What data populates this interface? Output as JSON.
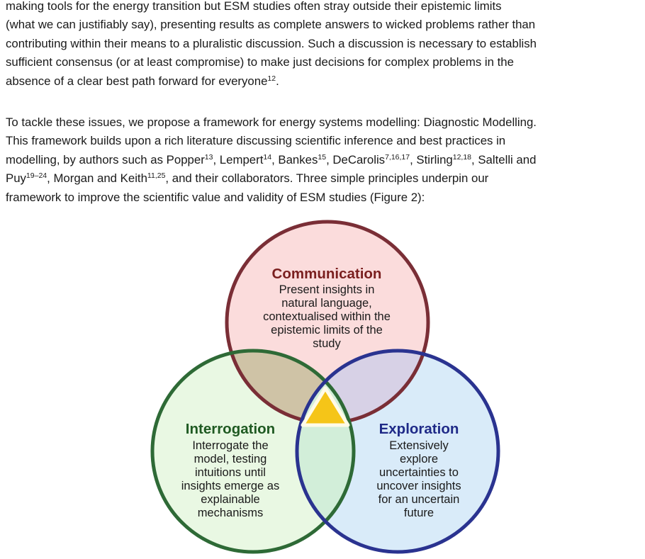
{
  "paragraph1": {
    "line1": "making tools for the energy transition but ESM studies often stray outside their epistemic limits",
    "line2": "(what we can justifiably say), presenting results as complete answers to wicked problems rather than",
    "line3": "contributing within their means to a pluralistic discussion. Such a discussion is necessary to establish",
    "line4": "sufficient consensus (or at least compromise) to make just decisions for complex problems in the",
    "line5_text": "absence of a clear best path forward for everyone",
    "line5_ref": "12",
    "line5_end": "."
  },
  "paragraph2": {
    "line1": "To tackle these issues, we propose a framework for energy systems modelling: Diagnostic Modelling.",
    "line2": "This framework builds upon a rich literature discussing scientific inference and best practices in",
    "line3": {
      "t1": "modelling, by authors such as Popper",
      "r1": "13",
      "t2": ", Lempert",
      "r2": "14",
      "t3": ", Bankes",
      "r3": "15",
      "t4": ", DeCarolis",
      "r4": "7,16,17",
      "t5": ", Stirling",
      "r5": "12,18",
      "t6": ", Saltelli and"
    },
    "line4": {
      "t1": "Puy",
      "r1": "19–24",
      "t2": ", Morgan and Keith",
      "r2": "11,25",
      "t3": ", and their collaborators. Three simple principles underpin our"
    },
    "line5": "framework to improve the scientific value and validity of ESM studies (Figure 2):"
  },
  "figure": {
    "communication": {
      "title": "Communication",
      "lines": [
        "Present insights in",
        "natural language,",
        "contextualised within the",
        "epistemic limits of the",
        "study"
      ],
      "fill": "#fbdcdc",
      "stroke": "#7a2e36",
      "title_color": "#7a1f1f"
    },
    "interrogation": {
      "title": "Interrogation",
      "lines": [
        "Interrogate the",
        "model, testing",
        "intuitions until",
        "insights emerge as",
        "explainable",
        "mechanisms"
      ],
      "fill": "#e9f8e3",
      "stroke": "#2e6a36",
      "title_color": "#1f5a22"
    },
    "exploration": {
      "title": "Exploration",
      "lines": [
        "Extensively",
        "explore",
        "uncertainties to",
        "uncover insights",
        "for an uncertain",
        "future"
      ],
      "fill": "#d9ebf9",
      "stroke": "#2a3390",
      "title_color": "#1f2a88"
    },
    "center_color": "#f5c518"
  }
}
